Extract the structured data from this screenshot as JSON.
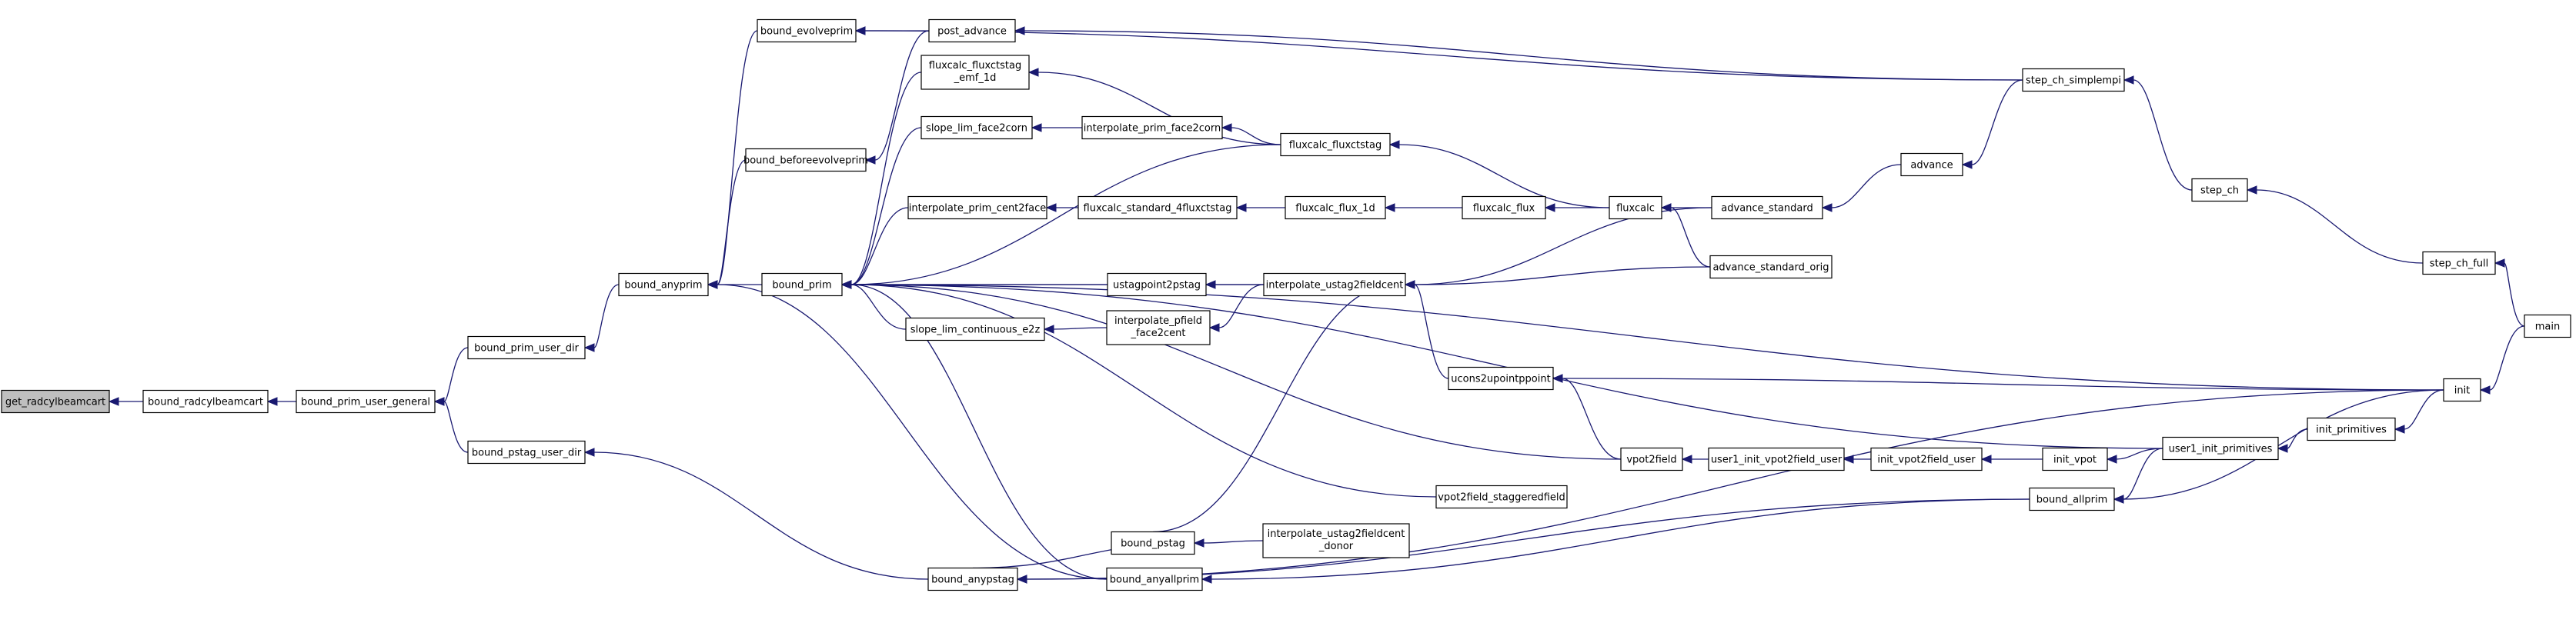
{
  "diagram": {
    "current_node": "get_radcylbeamcart",
    "nodes": [
      {
        "id": "get_radcylbeamcart",
        "lines": [
          "get_radcylbeamcart"
        ]
      },
      {
        "id": "bound_radcylbeamcart",
        "lines": [
          "bound_radcylbeamcart"
        ]
      },
      {
        "id": "bound_prim_user_general",
        "lines": [
          "bound_prim_user_general"
        ]
      },
      {
        "id": "bound_prim_user_dir",
        "lines": [
          "bound_prim_user_dir"
        ]
      },
      {
        "id": "bound_pstag_user_dir",
        "lines": [
          "bound_pstag_user_dir"
        ]
      },
      {
        "id": "bound_anyprim",
        "lines": [
          "bound_anyprim"
        ]
      },
      {
        "id": "bound_evolveprim",
        "lines": [
          "bound_evolveprim"
        ]
      },
      {
        "id": "bound_beforeevolveprim",
        "lines": [
          "bound_beforeevolveprim"
        ]
      },
      {
        "id": "bound_prim",
        "lines": [
          "bound_prim"
        ]
      },
      {
        "id": "bound_anypstag",
        "lines": [
          "bound_anypstag"
        ]
      },
      {
        "id": "post_advance",
        "lines": [
          "post_advance"
        ]
      },
      {
        "id": "fluxcalc_fluxctstag_emf_1d",
        "lines": [
          "fluxcalc_fluxctstag",
          "_emf_1d"
        ]
      },
      {
        "id": "slope_lim_face2corn",
        "lines": [
          "slope_lim_face2corn"
        ]
      },
      {
        "id": "interpolate_prim_cent2face",
        "lines": [
          "interpolate_prim_cent2face"
        ]
      },
      {
        "id": "ustagpoint2pstag",
        "lines": [
          "ustagpoint2pstag"
        ]
      },
      {
        "id": "slope_lim_continuous_e2z",
        "lines": [
          "slope_lim_continuous_e2z"
        ]
      },
      {
        "id": "bound_pstag",
        "lines": [
          "bound_pstag"
        ]
      },
      {
        "id": "bound_anyallprim",
        "lines": [
          "bound_anyallprim"
        ]
      },
      {
        "id": "interpolate_prim_face2corn",
        "lines": [
          "interpolate_prim_face2corn"
        ]
      },
      {
        "id": "fluxcalc_standard_4fluxctstag",
        "lines": [
          "fluxcalc_standard_4fluxctstag"
        ]
      },
      {
        "id": "interpolate_pfield_face2cent",
        "lines": [
          "interpolate_pfield",
          "_face2cent"
        ]
      },
      {
        "id": "interpolate_ustag2fieldcent_donor",
        "lines": [
          "interpolate_ustag2fieldcent",
          "_donor"
        ]
      },
      {
        "id": "fluxcalc_fluxctstag",
        "lines": [
          "fluxcalc_fluxctstag"
        ]
      },
      {
        "id": "fluxcalc_flux_1d",
        "lines": [
          "fluxcalc_flux_1d"
        ]
      },
      {
        "id": "interpolate_ustag2fieldcent",
        "lines": [
          "interpolate_ustag2fieldcent"
        ]
      },
      {
        "id": "ucons2upointppoint",
        "lines": [
          "ucons2upointppoint"
        ]
      },
      {
        "id": "vpot2field_staggeredfield",
        "lines": [
          "vpot2field_staggeredfield"
        ]
      },
      {
        "id": "fluxcalc_flux",
        "lines": [
          "fluxcalc_flux"
        ]
      },
      {
        "id": "fluxcalc",
        "lines": [
          "fluxcalc"
        ]
      },
      {
        "id": "vpot2field",
        "lines": [
          "vpot2field"
        ]
      },
      {
        "id": "advance_standard",
        "lines": [
          "advance_standard"
        ]
      },
      {
        "id": "advance_standard_orig",
        "lines": [
          "advance_standard_orig"
        ]
      },
      {
        "id": "user1_init_vpot2field_user",
        "lines": [
          "user1_init_vpot2field_user"
        ]
      },
      {
        "id": "advance",
        "lines": [
          "advance"
        ]
      },
      {
        "id": "init_vpot2field_user",
        "lines": [
          "init_vpot2field_user"
        ]
      },
      {
        "id": "init_vpot",
        "lines": [
          "init_vpot"
        ]
      },
      {
        "id": "bound_allprim",
        "lines": [
          "bound_allprim"
        ]
      },
      {
        "id": "step_ch_simplempi",
        "lines": [
          "step_ch_simplempi"
        ]
      },
      {
        "id": "user1_init_primitives",
        "lines": [
          "user1_init_primitives"
        ]
      },
      {
        "id": "step_ch",
        "lines": [
          "step_ch"
        ]
      },
      {
        "id": "init_primitives",
        "lines": [
          "init_primitives"
        ]
      },
      {
        "id": "step_ch_full",
        "lines": [
          "step_ch_full"
        ]
      },
      {
        "id": "init",
        "lines": [
          "init"
        ]
      },
      {
        "id": "main",
        "lines": [
          "main"
        ]
      }
    ],
    "edges": [
      [
        "bound_radcylbeamcart",
        "get_radcylbeamcart"
      ],
      [
        "bound_prim_user_general",
        "bound_radcylbeamcart"
      ],
      [
        "bound_prim_user_dir",
        "bound_prim_user_general"
      ],
      [
        "bound_pstag_user_dir",
        "bound_prim_user_general"
      ],
      [
        "bound_anyprim",
        "bound_prim_user_dir"
      ],
      [
        "bound_anypstag",
        "bound_pstag_user_dir"
      ],
      [
        "bound_evolveprim",
        "bound_anyprim"
      ],
      [
        "bound_beforeevolveprim",
        "bound_anyprim"
      ],
      [
        "bound_prim",
        "bound_anyprim"
      ],
      [
        "bound_anyallprim",
        "bound_anyprim"
      ],
      [
        "post_advance",
        "bound_evolveprim"
      ],
      [
        "step_ch_simplempi",
        "bound_evolveprim"
      ],
      [
        "post_advance",
        "bound_beforeevolveprim"
      ],
      [
        "step_ch_simplempi",
        "post_advance"
      ],
      [
        "fluxcalc_fluxctstag_emf_1d",
        "bound_prim"
      ],
      [
        "slope_lim_face2corn",
        "bound_prim"
      ],
      [
        "fluxcalc_fluxctstag",
        "bound_prim"
      ],
      [
        "interpolate_prim_cent2face",
        "bound_prim"
      ],
      [
        "ustagpoint2pstag",
        "bound_prim"
      ],
      [
        "interpolate_ustag2fieldcent",
        "bound_prim"
      ],
      [
        "slope_lim_continuous_e2z",
        "bound_prim"
      ],
      [
        "init",
        "bound_prim"
      ],
      [
        "user1_init_primitives",
        "bound_prim"
      ],
      [
        "vpot2field",
        "bound_prim"
      ],
      [
        "vpot2field_staggeredfield",
        "bound_prim"
      ],
      [
        "bound_anyallprim",
        "bound_prim"
      ],
      [
        "fluxcalc_fluxctstag",
        "fluxcalc_fluxctstag_emf_1d"
      ],
      [
        "interpolate_prim_face2corn",
        "slope_lim_face2corn"
      ],
      [
        "fluxcalc_fluxctstag",
        "interpolate_prim_face2corn"
      ],
      [
        "fluxcalc",
        "fluxcalc_fluxctstag"
      ],
      [
        "fluxcalc_standard_4fluxctstag",
        "interpolate_prim_cent2face"
      ],
      [
        "fluxcalc_flux_1d",
        "fluxcalc_standard_4fluxctstag"
      ],
      [
        "fluxcalc_flux",
        "fluxcalc_flux_1d"
      ],
      [
        "fluxcalc",
        "fluxcalc_flux"
      ],
      [
        "advance_standard",
        "fluxcalc"
      ],
      [
        "advance_standard_orig",
        "fluxcalc"
      ],
      [
        "advance",
        "advance_standard"
      ],
      [
        "step_ch_simplempi",
        "advance"
      ],
      [
        "step_ch",
        "step_ch_simplempi"
      ],
      [
        "step_ch_full",
        "step_ch"
      ],
      [
        "main",
        "step_ch_full"
      ],
      [
        "interpolate_ustag2fieldcent",
        "ustagpoint2pstag"
      ],
      [
        "advance_standard",
        "interpolate_ustag2fieldcent"
      ],
      [
        "advance_standard_orig",
        "interpolate_ustag2fieldcent"
      ],
      [
        "ucons2upointppoint",
        "interpolate_ustag2fieldcent"
      ],
      [
        "interpolate_pfield_face2cent",
        "slope_lim_continuous_e2z"
      ],
      [
        "interpolate_ustag2fieldcent",
        "interpolate_pfield_face2cent"
      ],
      [
        "init",
        "ucons2upointppoint"
      ],
      [
        "vpot2field",
        "ucons2upointppoint"
      ],
      [
        "user1_init_vpot2field_user",
        "vpot2field"
      ],
      [
        "init_vpot2field_user",
        "user1_init_vpot2field_user"
      ],
      [
        "init_vpot",
        "init_vpot2field_user"
      ],
      [
        "user1_init_primitives",
        "init_vpot"
      ],
      [
        "init_primitives",
        "user1_init_primitives"
      ],
      [
        "init",
        "init_primitives"
      ],
      [
        "main",
        "init"
      ],
      [
        "bound_anypstag",
        "bound_pstag"
      ],
      [
        "bound_pstag",
        "interpolate_ustag2fieldcent"
      ],
      [
        "interpolate_ustag2fieldcent_donor",
        "bound_pstag"
      ],
      [
        "bound_allprim",
        "bound_anypstag"
      ],
      [
        "init",
        "bound_anypstag"
      ],
      [
        "bound_allprim",
        "bound_anyallprim"
      ],
      [
        "user1_init_primitives",
        "bound_allprim"
      ],
      [
        "init",
        "bound_allprim"
      ]
    ]
  }
}
